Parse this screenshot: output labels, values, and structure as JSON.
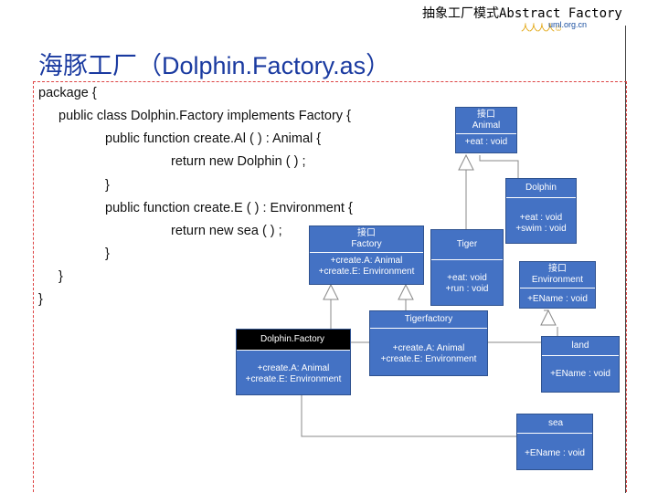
{
  "header": {
    "title": "抽象工厂模式Abstract Factory",
    "logo_text": "uml.org.cn"
  },
  "slide": {
    "title": "海豚工厂（Dolphin.Factory.as）"
  },
  "code": {
    "lines": [
      "package {",
      "public class Dolphin.Factory implements Factory {",
      "public function create.Al ( ) : Animal {",
      "return new Dolphin ( ) ;",
      "}",
      "public function create.E ( ) : Environment {",
      "return new sea ( ) ;",
      "}",
      "}",
      "}"
    ]
  },
  "diagram": {
    "animal": {
      "stereotype": "接口",
      "name": "Animal",
      "ops": [
        "+eat : void"
      ]
    },
    "dolphin": {
      "name": "Dolphin",
      "ops": [
        "+eat : void",
        "+swim : void"
      ]
    },
    "factory": {
      "stereotype": "接口",
      "name": "Factory",
      "ops": [
        "+create.A: Animal",
        "+create.E: Environment"
      ]
    },
    "tiger": {
      "name": "Tiger",
      "ops": [
        "+eat: void",
        "+run : void"
      ]
    },
    "environment": {
      "stereotype": "接口",
      "name": "Environment",
      "ops": [
        "+EName : void"
      ]
    },
    "tigerfactory": {
      "name": "Tigerfactory",
      "ops": [
        "+create.A: Animal",
        "+create.E: Environment"
      ]
    },
    "dolphinfactory": {
      "name": "Dolphin.Factory",
      "ops": [
        "+create.A: Animal",
        "+create.E: Environment"
      ]
    },
    "land": {
      "name": "land",
      "ops": [
        "+EName : void"
      ]
    },
    "sea": {
      "name": "sea",
      "ops": [
        "+EName : void"
      ]
    }
  },
  "colors": {
    "class_fill": "#4472c4",
    "header_dark": "#000000",
    "title_blue": "#1a3aa0",
    "connector": "#888888"
  }
}
